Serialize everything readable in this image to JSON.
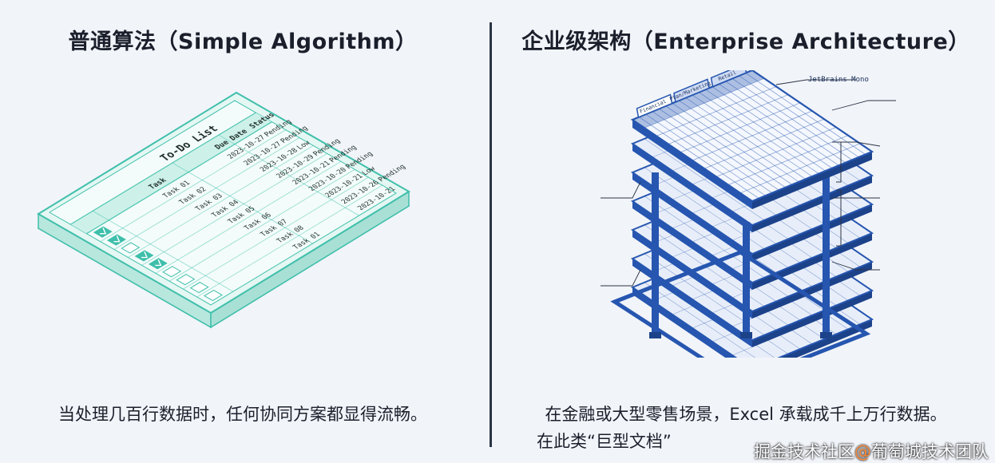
{
  "left": {
    "title": "普通算法（Simple Algorithm）",
    "caption": "当处理几百行数据时，任何协同方案都显得流畅。",
    "card": {
      "title": "To-Do List",
      "headers": [
        "Task",
        "Due Date",
        "Status"
      ],
      "rows": [
        {
          "task": "Task 01",
          "date": "2023-10-27",
          "status": "Pending",
          "checked": true
        },
        {
          "task": "Task 02",
          "date": "2023-10-27",
          "status": "Pending",
          "checked": true
        },
        {
          "task": "Task 03",
          "date": "2023-10-28",
          "status": "Low",
          "checked": false
        },
        {
          "task": "Task 04",
          "date": "2023-10-29",
          "status": "Pending",
          "checked": true
        },
        {
          "task": "Task 05",
          "date": "2023-10-21",
          "status": "Pending",
          "checked": true
        },
        {
          "task": "Task 06",
          "date": "2023-10-20",
          "status": "Pending",
          "checked": false
        },
        {
          "task": "Task 07",
          "date": "2023-10-21",
          "status": "Low",
          "checked": false
        },
        {
          "task": "Task 08",
          "date": "2023-10-26",
          "status": "Pending",
          "checked": false
        },
        {
          "task": "Task 01",
          "date": "2023-10-21",
          "status": "",
          "checked": false
        }
      ]
    },
    "colors": {
      "accent": "#3fbfab",
      "fill": "#e4f7f3"
    }
  },
  "right": {
    "title": "企业级架构（Enterprise Architecture）",
    "caption_line1": "在金融或大型零售场景，Excel 承载成千上万行数据。",
    "caption_line2": "在此类“巨型文档”",
    "font_label": "JetBrains Mono",
    "tabs": [
      "Financial",
      "Plan/Marketing",
      "Retail"
    ],
    "colors": {
      "accent": "#2656b0",
      "fill": "#e8eef9"
    }
  },
  "watermark": {
    "text1": "掘金技术社区",
    "text2": "@",
    "text3": "葡萄城技术团队"
  }
}
